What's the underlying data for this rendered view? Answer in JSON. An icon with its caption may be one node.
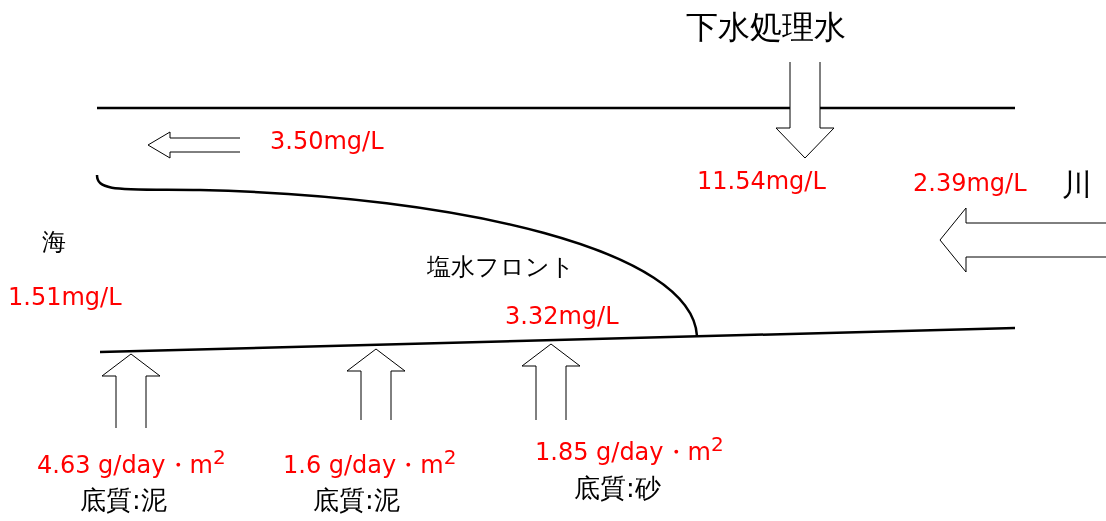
{
  "diagram": {
    "labels": [
      "下水処理水",
      "3.50mg/L",
      "11.54mg/L",
      "2.39mg/L",
      "川",
      "海",
      "塩水フロント",
      "1.51mg/L",
      "3.32mg/L",
      "4.63 g/day・m$^{2}$",
      "1.6 g/day・m$^{2}$",
      "1.85 g/day・m$^{2}$",
      "底質:泥",
      "底質:泥",
      "底質:砂"
    ]
  }
}
